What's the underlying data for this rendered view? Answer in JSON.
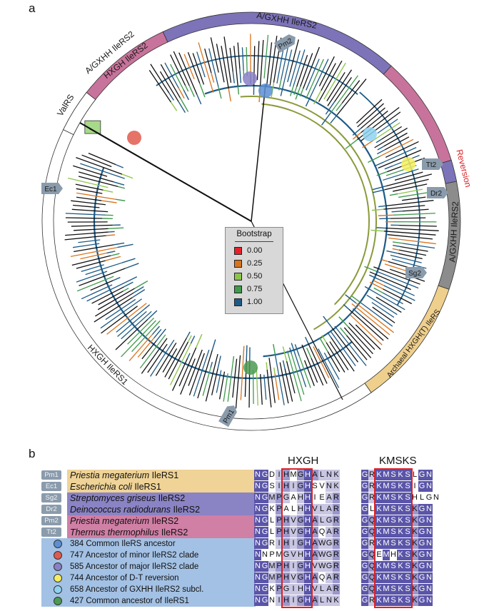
{
  "panel_labels": {
    "a": "a",
    "b": "b"
  },
  "clades": [
    {
      "label": "HXGH IleRS2",
      "color": "#c8739b"
    },
    {
      "label": "A/GXHH IleRS2",
      "color": "#7c73b8"
    },
    {
      "label": "Reversion",
      "color": "#c8739b"
    },
    {
      "label": "A/GXHH IleRS2",
      "color": "#7c73b8"
    },
    {
      "label": "Archaeal HXGH(T) IleRS",
      "color": "#8c8c8c"
    },
    {
      "label": "HXGH IleRS1",
      "color": "#efcf8c"
    },
    {
      "label": "ValRS",
      "color": "#ffffff"
    },
    {
      "label": "A/GXHH IleRS2",
      "color": "#7c73b8"
    }
  ],
  "markers": [
    "Pm2",
    "Tt2",
    "Dr2",
    "Sg2",
    "Pm1",
    "Ec1"
  ],
  "legend": {
    "title": "Bootstrap",
    "items": [
      {
        "label": "0.00",
        "color": "#e8202a"
      },
      {
        "label": "0.25",
        "color": "#d8741e"
      },
      {
        "label": "0.50",
        "color": "#8cc44a"
      },
      {
        "label": "0.75",
        "color": "#3f9a4c"
      },
      {
        "label": "1.00",
        "color": "#1d5a86"
      }
    ]
  },
  "motifs": {
    "hxgh": "HXGH",
    "kmsks": "KMSKS"
  },
  "species_rows": [
    {
      "tag": "Pm1",
      "italic": "Priestia megaterium",
      "suffix": " IleRS1",
      "bg": "#efd397"
    },
    {
      "tag": "Ec1",
      "italic": "Escherichia coli",
      "suffix": " IleRS1",
      "bg": "#efd397"
    },
    {
      "tag": "Sg2",
      "italic": "Streptomyces griseus",
      "suffix": " IleRS2",
      "bg": "#8a83c4"
    },
    {
      "tag": "Dr2",
      "italic": "Deinococcus radiodurans",
      "suffix": " IleRS2",
      "bg": "#8a83c4"
    },
    {
      "tag": "Pm2",
      "italic": "Priestia megaterium",
      "suffix": " IleRS2",
      "bg": "#d07fa5"
    },
    {
      "tag": "Tt2",
      "italic": "Thermus thermophilus",
      "suffix": " IleRS2",
      "bg": "#d07fa5"
    }
  ],
  "node_rows": [
    {
      "label": "384 Common IleRS ancestor",
      "color": "#5b8fd4"
    },
    {
      "label": "747 Ancestor of minor IleRS2 clade",
      "color": "#e05a4e"
    },
    {
      "label": "585 Ancestor of major IleRS2 clade",
      "color": "#8a80c6"
    },
    {
      "label": "744 Ancestor of D-T reversion",
      "color": "#f4ee60"
    },
    {
      "label": "658 Ancestor of GXHH IleRS2 subcl.",
      "color": "#8fd2f0"
    },
    {
      "label": "427 Common ancestor of IleRS1",
      "color": "#4c9a52"
    }
  ],
  "alignment": [
    "NGDIHMGHALNK GRKMSKSLGN",
    "NGSIHIGHSVNK GRKMSKSIGN",
    "NGMPGAHHIEAR GRKMSKSHLGN",
    "NGKPALHHVLAR GLKMSKSKGN",
    "NGLPHVGHALGR GQKMSKSKGN",
    "NGLPHVGHAQAR GQKMSKSKGN",
    "NGRIHIGHAWGR GRKMSKSKGN",
    "NNPMGVHHAWGR GQEMHKSKGN",
    "NGMPHIGHVWGR GQKMSKSKGN",
    "NGMPHVGHAQAR GQKMSKSKGN",
    "NGKPGIHHVLAR GQKMSKSKGN",
    "NGNIHIGHALNK GRKMSKSKGN"
  ]
}
